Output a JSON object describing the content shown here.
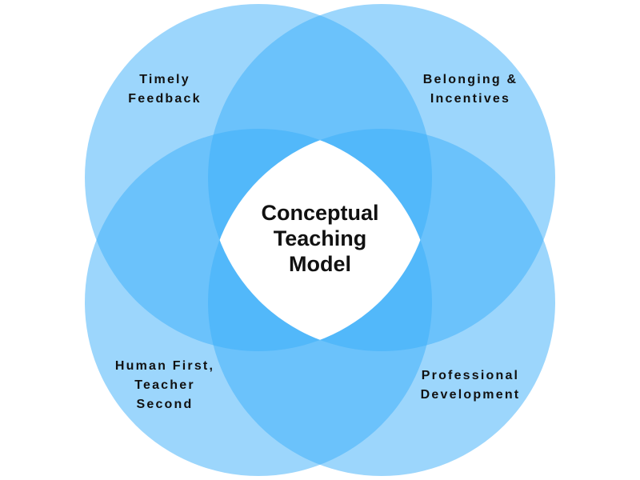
{
  "title": [
    "Conceptual",
    "Teaching",
    "Model"
  ],
  "quadrants": {
    "top_left": [
      "Timely",
      "Feedback"
    ],
    "top_right": [
      "Belonging &",
      "Incentives"
    ],
    "bottom_left": [
      "Human First,",
      "Teacher",
      "Second"
    ],
    "bottom_right": [
      "Professional",
      "Development"
    ]
  },
  "colors": {
    "circle": "#3aaef9",
    "center": "#ffffff"
  }
}
